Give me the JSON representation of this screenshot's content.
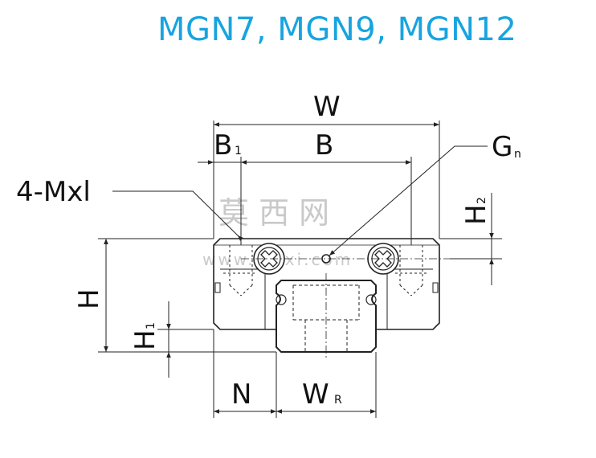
{
  "title": "MGN7, MGN9, MGN12",
  "colors": {
    "title": "#18a4e0",
    "line": "#222222",
    "watermark": "#c9c9c9"
  },
  "labels": {
    "W": "W",
    "B": "B",
    "B1": "B",
    "B1_sub": "1",
    "G": "G",
    "G_sub": "n",
    "M": "4-Mxl",
    "H": "H",
    "H1": "H",
    "H1_sub": "1",
    "H2": "H",
    "H2_sub": "2",
    "N": "N",
    "WR": "W",
    "WR_sub": "R"
  },
  "watermark": {
    "chars": "莫 西 网",
    "url": "www.moxi.com"
  }
}
